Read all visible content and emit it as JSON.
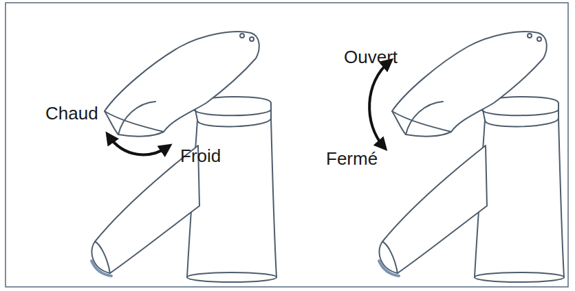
{
  "diagram": {
    "labels": [
      "Chaud",
      "Froid",
      "Ouvert",
      "Fermé"
    ]
  }
}
